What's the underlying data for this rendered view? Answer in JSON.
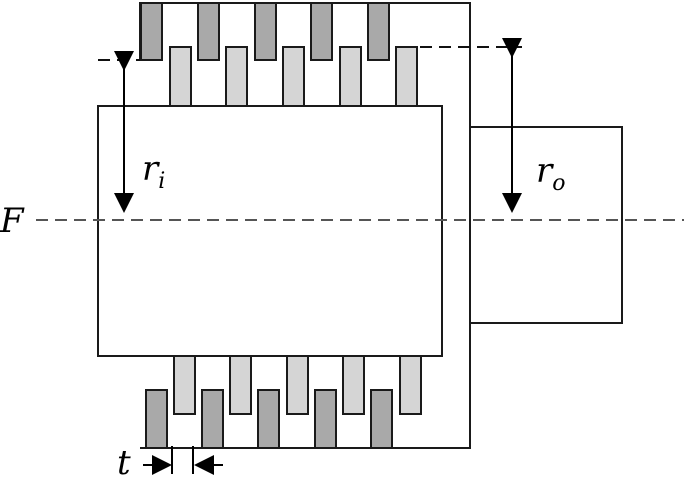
{
  "labels": {
    "force": "F",
    "inner_radius_main": "r",
    "inner_radius_sub": "i",
    "outer_radius_main": "r",
    "outer_radius_sub": "o",
    "thickness": "t"
  },
  "colors": {
    "dark_plate": "#a9a9a9",
    "light_plate": "#d5d5d5",
    "stroke": "#1a1a1a",
    "axis_dash": "#555555"
  }
}
